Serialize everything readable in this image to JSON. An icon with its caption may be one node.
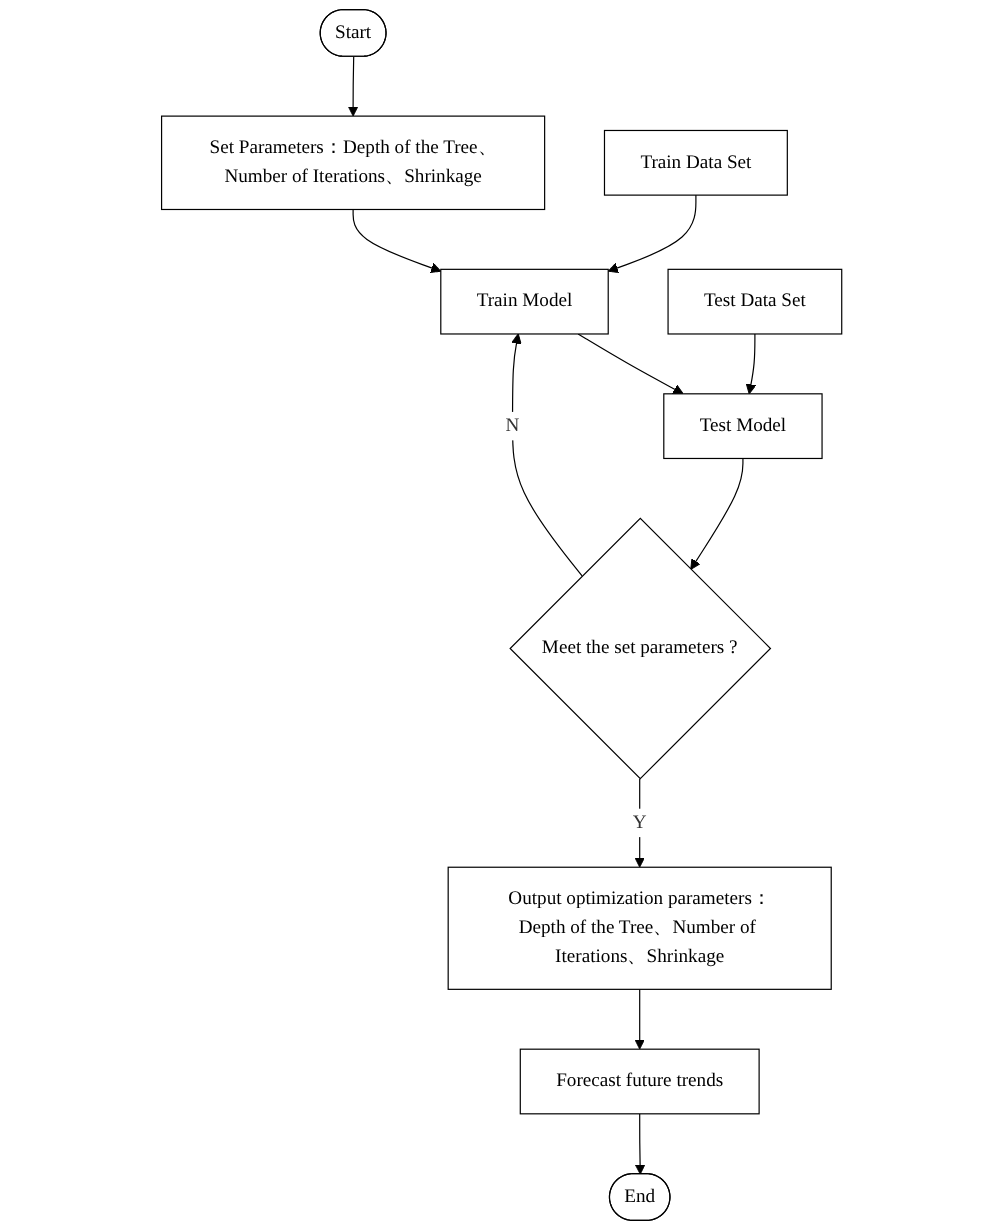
{
  "diagram": {
    "nodes": [
      {
        "text": [
          "Start"
        ]
      },
      {
        "text": [
          "Set Parameters：Depth of the Tree、Number of Iterations、Shrinkage"
        ]
      },
      {
        "text": [
          "Train Data Set"
        ]
      },
      {
        "text": [
          "Train Model"
        ]
      },
      {
        "text": [
          "Test Data Set"
        ]
      },
      {
        "text": [
          "Test Model"
        ]
      },
      {
        "text": [
          "Meet the set parameters ?"
        ]
      },
      {
        "text": [
          "Output optimization parameters：Depth of the Tree、Number of Iterations、Shrinkage"
        ]
      },
      {
        "text": [
          "Forecast future trends"
        ]
      },
      {
        "text": [
          "End"
        ]
      }
    ],
    "edges": [
      {
        "from": 0,
        "to": 1,
        "arrow": "to"
      },
      {
        "from": 1,
        "to": 3,
        "arrow": "to"
      },
      {
        "from": 2,
        "to": 3,
        "arrow": "to"
      },
      {
        "from": 3,
        "to": 5,
        "arrow": "to"
      },
      {
        "from": 4,
        "to": 5,
        "arrow": "to"
      },
      {
        "from": 5,
        "to": 6,
        "arrow": "to"
      },
      {
        "from": 6,
        "to": 3,
        "arrow": "to",
        "label": "N"
      },
      {
        "from": 6,
        "to": 7,
        "arrow": "to",
        "label": "Y"
      },
      {
        "from": 7,
        "to": 8,
        "arrow": "to"
      },
      {
        "from": 8,
        "to": 9,
        "arrow": "to"
      }
    ]
  }
}
